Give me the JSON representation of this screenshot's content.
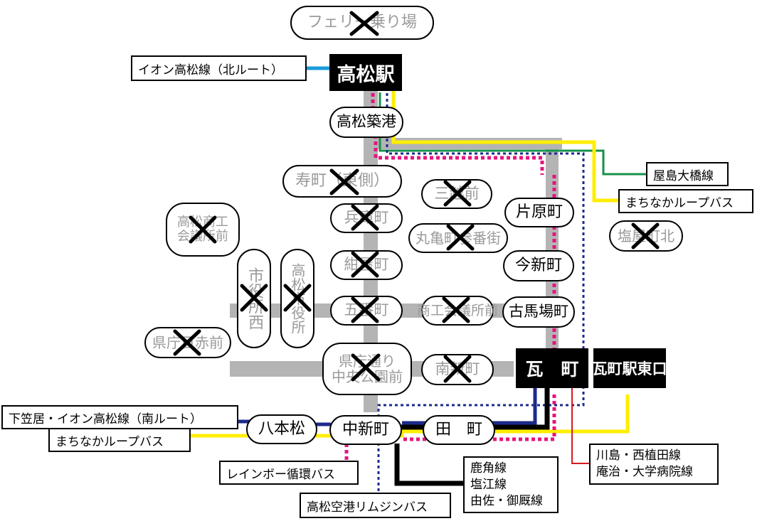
{
  "stops": {
    "ferry": "フェリー乗り場",
    "takamatsu_station": "高松駅",
    "chikko": "高松築港",
    "kotobuki": "寿町（東側）",
    "hyogo": "兵庫町",
    "konya": "紺屋町",
    "gofuku": "五番町",
    "kencho_dori": "県庁通り\n中央公園前",
    "nakashin": "中新町",
    "mitsukoshi": "三越前",
    "marugame": "丸亀町参番街",
    "shoko_kaigisho": "高松商工\n会議所前",
    "shiyakusho_nishi": "市役所西",
    "takamatsu_shiyakusho": "高松市役所",
    "kencho_hiakamae": "県庁日赤前",
    "shogyo": "商工会議所前",
    "minami_shinmachi": "南新町",
    "katahara": "片原町",
    "imashin": "今新町",
    "kobaba": "古馬場町",
    "kawaramachi": "瓦　町",
    "kawaramachi_east": "瓦町駅東口",
    "denmachi": "田　町",
    "hachiman": "八本松",
    "shioyacho_kita": "塩屋町北"
  },
  "routes": {
    "aeon_north": "イオン高松線（北ルート）",
    "yashima": "屋島大橋線",
    "loop_bus_east": "まちなかループバス",
    "shimokasai": "下笠居・イオン高松線（南ルート）",
    "loop_bus_west": "まちなかループバス",
    "rainbow": "レインボー循環バス",
    "airport": "高松空港リムジンバス",
    "kanoka": "鹿角線\n塩江線\n由佐・御厩線",
    "kawashima": "川島・西植田線\n庵治・大学病院線"
  },
  "colors": {
    "aeon_line": "#1a9bdc",
    "yashima_line": "#17914a",
    "loop_line": "#ffee00",
    "rainbow_line": "#e6147f",
    "airport_line": "#1c2a8a",
    "south_line": "#1c2a8a",
    "kotoden_line": "#000000",
    "kawashima_line": "#d71920",
    "street": "#b4b4b4",
    "closed_text": "#9a9a9a"
  },
  "icons": {
    "closed_mark": "x-cross-icon"
  }
}
